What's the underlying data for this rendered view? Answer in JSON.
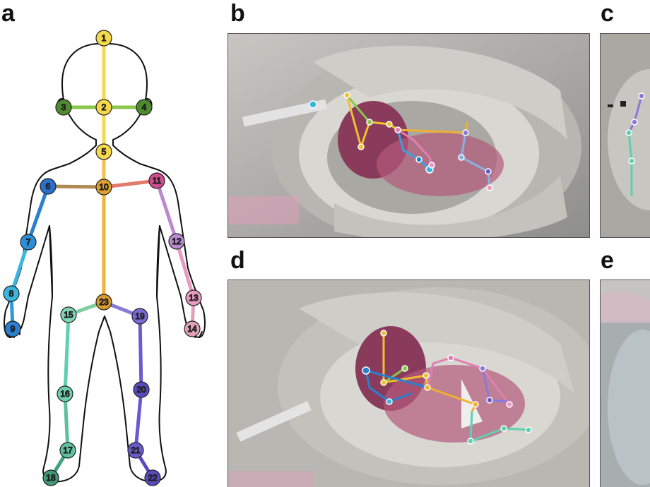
{
  "panels": {
    "a": "a",
    "b": "b",
    "c": "c",
    "d": "d",
    "e": "e"
  },
  "keypoints": [
    "1",
    "2",
    "3",
    "4",
    "5",
    "6",
    "7",
    "8",
    "9",
    "10",
    "11",
    "12",
    "13",
    "14",
    "15",
    "16",
    "17",
    "18",
    "19",
    "20",
    "21",
    "22",
    "23"
  ],
  "colors": {
    "head": "#f5d94a",
    "ears": "#4e8b2e",
    "ear_line": "#8ac64a",
    "spine": "#f0b43a",
    "right_arm": "#2a7fd0",
    "right_forearm": "#38b6e0",
    "left_arm": "#d04c8c",
    "left_forearm": "#e89ac0",
    "shoulder_right": "#b08a50",
    "shoulder_left": "#e07a6a",
    "left_leg": "#5fd0b0",
    "left_foot": "#2f8f6a",
    "right_leg": "#6a5ad0",
    "right_foot": "#4a3aa0",
    "hip": "#d89a2a"
  }
}
